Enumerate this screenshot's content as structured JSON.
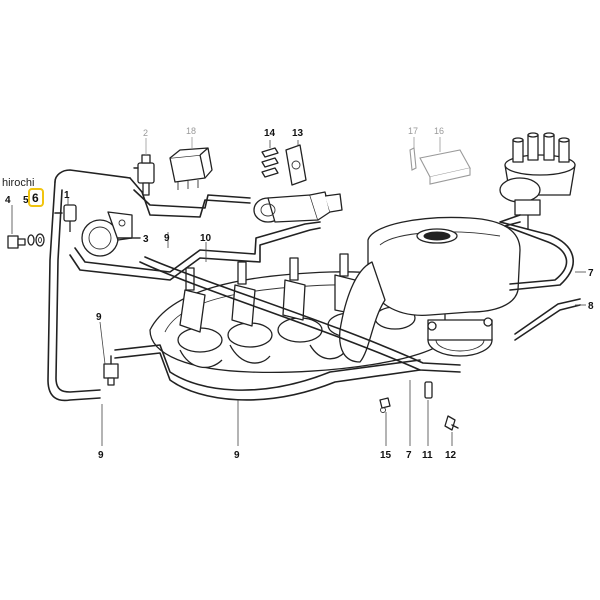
{
  "watermark": "hirochi",
  "highlight": {
    "label": "6",
    "color": "#f1c40f"
  },
  "callouts": {
    "c1": "1",
    "c2": "2",
    "c3": "3",
    "c4": "4",
    "c5": "5",
    "c7a": "7",
    "c7b": "7",
    "c8": "8",
    "c9a": "9",
    "c9b": "9",
    "c9c": "9",
    "c9d": "9",
    "c10": "10",
    "c11": "11",
    "c12": "12",
    "c13": "13",
    "c14": "14",
    "c15": "15",
    "c16": "16",
    "c17": "17",
    "c18": "18"
  },
  "colors": {
    "line": "#222222",
    "greyed_part": "#9a9a9a"
  }
}
